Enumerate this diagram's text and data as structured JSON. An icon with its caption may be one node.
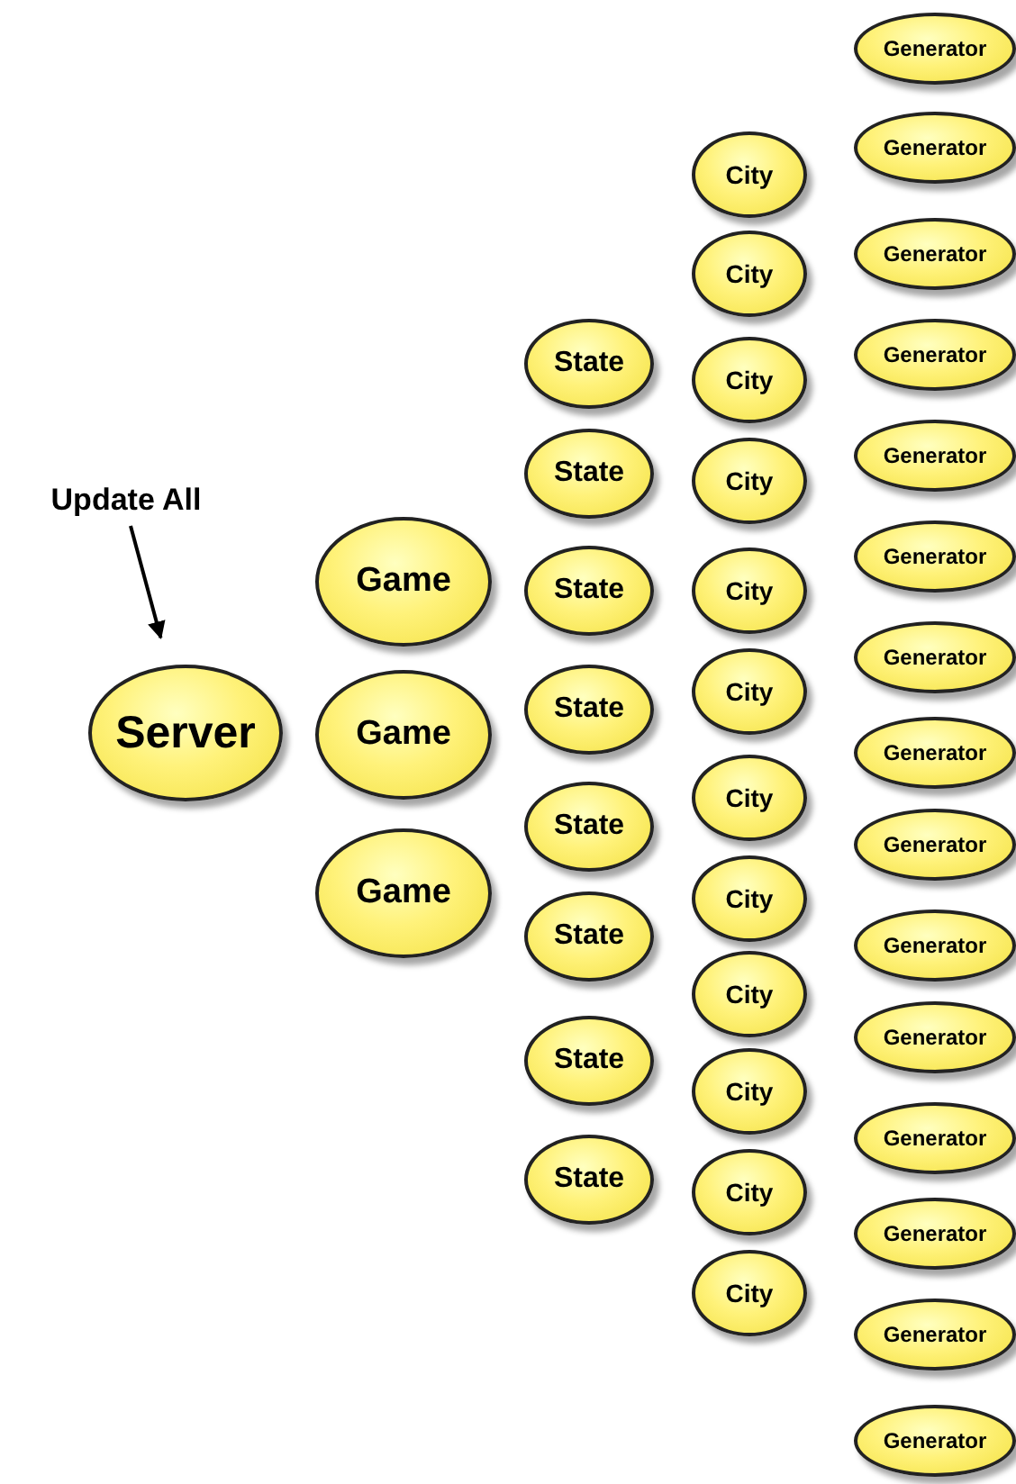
{
  "diagram": {
    "nodes": [
      {
        "text": [
          "Update All"
        ]
      },
      {
        "text": [
          "Server"
        ]
      },
      {
        "text": [
          "Game"
        ]
      },
      {
        "text": [
          "Game"
        ]
      },
      {
        "text": [
          "Game"
        ]
      },
      {
        "text": [
          "State"
        ]
      },
      {
        "text": [
          "State"
        ]
      },
      {
        "text": [
          "State"
        ]
      },
      {
        "text": [
          "State"
        ]
      },
      {
        "text": [
          "State"
        ]
      },
      {
        "text": [
          "State"
        ]
      },
      {
        "text": [
          "State"
        ]
      },
      {
        "text": [
          "State"
        ]
      },
      {
        "text": [
          "City"
        ]
      },
      {
        "text": [
          "City"
        ]
      },
      {
        "text": [
          "City"
        ]
      },
      {
        "text": [
          "City"
        ]
      },
      {
        "text": [
          "City"
        ]
      },
      {
        "text": [
          "City"
        ]
      },
      {
        "text": [
          "City"
        ]
      },
      {
        "text": [
          "City"
        ]
      },
      {
        "text": [
          "City"
        ]
      },
      {
        "text": [
          "City"
        ]
      },
      {
        "text": [
          "City"
        ]
      },
      {
        "text": [
          "City"
        ]
      },
      {
        "text": [
          "Generator"
        ]
      },
      {
        "text": [
          "Generator"
        ]
      },
      {
        "text": [
          "Generator"
        ]
      },
      {
        "text": [
          "Generator"
        ]
      },
      {
        "text": [
          "Generator"
        ]
      },
      {
        "text": [
          "Generator"
        ]
      },
      {
        "text": [
          "Generator"
        ]
      },
      {
        "text": [
          "Generator"
        ]
      },
      {
        "text": [
          "Generator"
        ]
      },
      {
        "text": [
          "Generator"
        ]
      },
      {
        "text": [
          "Generator"
        ]
      },
      {
        "text": [
          "Generator"
        ]
      },
      {
        "text": [
          "Generator"
        ]
      },
      {
        "text": [
          "Generator"
        ]
      },
      {
        "text": [
          "Generator"
        ]
      }
    ],
    "edges": [
      {
        "from": 0,
        "to": 1,
        "arrow": "to"
      }
    ]
  }
}
